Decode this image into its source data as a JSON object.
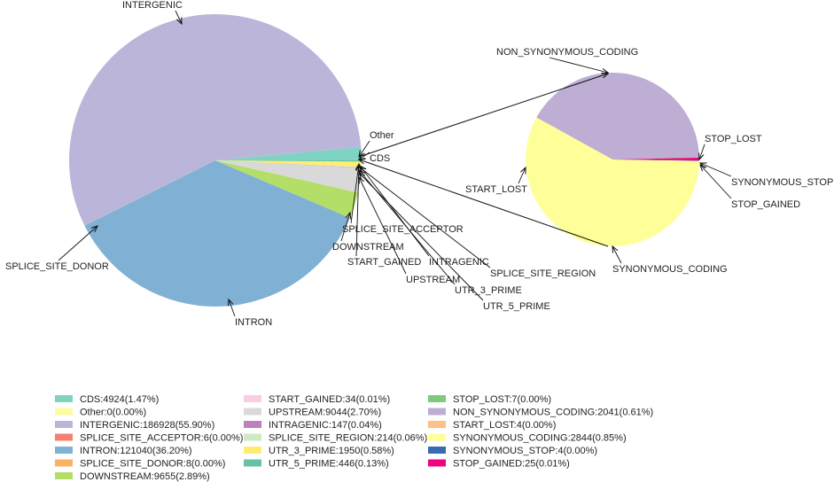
{
  "chart_data": [
    {
      "type": "pie",
      "name": "main",
      "slices": [
        {
          "label": "CDS",
          "value": 4924,
          "legend": "CDS:4924(1.47%)",
          "color": "#7fd3c2",
          "callout": "CDS"
        },
        {
          "label": "Other",
          "value": 0,
          "legend": "Other:0(0.00%)",
          "color": "#fffba0",
          "callout": "Other"
        },
        {
          "label": "INTERGENIC",
          "value": 186928,
          "legend": "INTERGENIC:186928(55.90%)",
          "color": "#bbb6d9",
          "callout": "INTERGENIC"
        },
        {
          "label": "SPLICE_SITE_ACCEPTOR",
          "value": 6,
          "legend": "SPLICE_SITE_ACCEPTOR:6(0.00%)",
          "color": "#f58170",
          "callout": "SPLICE_SITE_ACCEPTOR"
        },
        {
          "label": "INTRON",
          "value": 121040,
          "legend": "INTRON:121040(36.20%)",
          "color": "#80b1d4",
          "callout": "INTRON"
        },
        {
          "label": "SPLICE_SITE_DONOR",
          "value": 8,
          "legend": "SPLICE_SITE_DONOR:8(0.00%)",
          "color": "#fcb162",
          "callout": "SPLICE_SITE_DONOR"
        },
        {
          "label": "DOWNSTREAM",
          "value": 9655,
          "legend": "DOWNSTREAM:9655(2.89%)",
          "color": "#b3de68",
          "callout": "DOWNSTREAM"
        },
        {
          "label": "START_GAINED",
          "value": 34,
          "legend": "START_GAINED:34(0.01%)",
          "color": "#fbcde4",
          "callout": "START_GAINED"
        },
        {
          "label": "UPSTREAM",
          "value": 9044,
          "legend": "UPSTREAM:9044(2.70%)",
          "color": "#d9d9d9",
          "callout": "UPSTREAM"
        },
        {
          "label": "INTRAGENIC",
          "value": 147,
          "legend": "INTRAGENIC:147(0.04%)",
          "color": "#bc80bd",
          "callout": "INTRAGENIC"
        },
        {
          "label": "SPLICE_SITE_REGION",
          "value": 214,
          "legend": "SPLICE_SITE_REGION:214(0.06%)",
          "color": "#ccebc5",
          "callout": "SPLICE_SITE_REGION"
        },
        {
          "label": "UTR_3_PRIME",
          "value": 1950,
          "legend": "UTR_3_PRIME:1950(0.58%)",
          "color": "#ffed6f",
          "callout": "UTR_3_PRIME"
        },
        {
          "label": "UTR_5_PRIME",
          "value": 446,
          "legend": "UTR_5_PRIME:446(0.13%)",
          "color": "#66c2a5",
          "callout": "UTR_5_PRIME"
        }
      ]
    },
    {
      "type": "pie",
      "name": "cds_breakdown",
      "slices": [
        {
          "label": "STOP_LOST",
          "value": 7,
          "legend": "STOP_LOST:7(0.00%)",
          "color": "#7fc97f",
          "callout": "STOP_LOST"
        },
        {
          "label": "NON_SYNONYMOUS_CODING",
          "value": 2041,
          "legend": "NON_SYNONYMOUS_CODING:2041(0.61%)",
          "color": "#beaed4",
          "callout": "NON_SYNONYMOUS_CODING"
        },
        {
          "label": "START_LOST",
          "value": 4,
          "legend": "START_LOST:4(0.00%)",
          "color": "#fdc086",
          "callout": "START_LOST"
        },
        {
          "label": "SYNONYMOUS_CODING",
          "value": 2844,
          "legend": "SYNONYMOUS_CODING:2844(0.85%)",
          "color": "#ffff99",
          "callout": "SYNONYMOUS_CODING"
        },
        {
          "label": "SYNONYMOUS_STOP",
          "value": 4,
          "legend": "SYNONYMOUS_STOP:4(0.00%)",
          "color": "#386cb0",
          "callout": "SYNONYMOUS_STOP"
        },
        {
          "label": "STOP_GAINED",
          "value": 25,
          "legend": "STOP_GAINED:25(0.01%)",
          "color": "#f0027f",
          "callout": "STOP_GAINED"
        }
      ]
    }
  ]
}
